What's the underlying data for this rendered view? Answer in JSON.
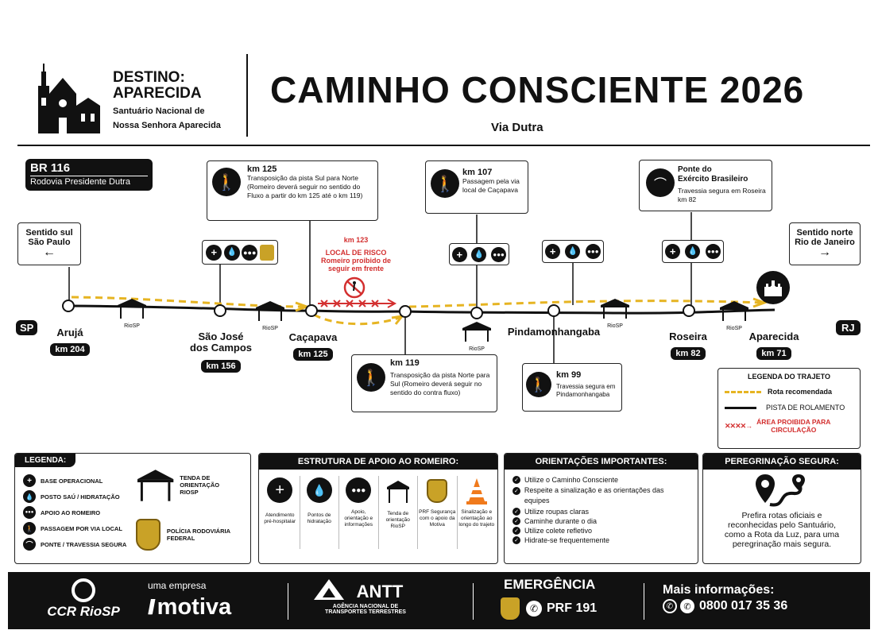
{
  "header": {
    "destino_label": "DESTINO:",
    "destino_name": "APARECIDA",
    "santuario_line1": "Santuário Nacional de",
    "santuario_line2": "Nossa Senhora Aparecida",
    "main_title": "CAMINHO CONSCIENTE 2026",
    "subtitle": "Via Dutra"
  },
  "highway": {
    "code": "BR 116",
    "name": "Rodovia Presidente Dutra"
  },
  "directions": {
    "south_line1": "Sentido sul",
    "south_line2": "São Paulo",
    "south_arrow": "←",
    "north_line1": "Sentido norte",
    "north_line2": "Rio de Janeiro",
    "north_arrow": "→",
    "sp": "SP",
    "rj": "RJ"
  },
  "cities": [
    {
      "name": "Arujá",
      "km": "km 204"
    },
    {
      "name_line1": "São José",
      "name_line2": "dos Campos",
      "km": "km 156"
    },
    {
      "name": "Caçapava",
      "km": "km 125"
    },
    {
      "name": "Pindamonhangaba"
    },
    {
      "name": "Roseira",
      "km": "km 82"
    },
    {
      "name": "Aparecida",
      "km": "km 71"
    }
  ],
  "tent_label": "RioSP",
  "callouts": {
    "km125": {
      "km": "km 125",
      "text": "Transposição da pista Sul para Norte (Romeiro deverá seguir no sentido do Fluxo a partir do km 125 até o km 119)"
    },
    "km107": {
      "km": "km 107",
      "text": "Passagem pela via local de Caçapava"
    },
    "ponte": {
      "title_line1": "Ponte do",
      "title_line2": "Exército Brasileiro",
      "text": "Travessia segura em Roseira km 82"
    },
    "km119": {
      "km": "km 119",
      "text": "Transposição da pista Norte para Sul (Romeiro deverá seguir no sentido do contra fluxo)"
    },
    "km99": {
      "km": "km 99",
      "text": "Travessia segura em Pindamonhangaba"
    },
    "risk": {
      "km": "km 123",
      "line1": "LOCAL DE RISCO",
      "line2": "Romeiro proibido de",
      "line3": "seguir em frente"
    }
  },
  "route_legend": {
    "title": "LEGENDA DO TRAJETO",
    "recommended": "Rota recomendada",
    "lane": "PISTA DE ROLAMENTO",
    "forbidden_line1": "ÁREA PROIBIDA PARA",
    "forbidden_line2": "CIRCULAÇÃO"
  },
  "legend": {
    "title": "LEGENDA:",
    "items": [
      {
        "icon": "plus-icon",
        "label": "BASE OPERACIONAL"
      },
      {
        "icon": "drop-icon",
        "label": "POSTO SAÚ / HIDRATAÇÃO"
      },
      {
        "icon": "people-icon",
        "label": "APOIO AO ROMEIRO"
      },
      {
        "icon": "walker-icon",
        "label": "PASSAGEM POR VIA LOCAL"
      },
      {
        "icon": "bridge-icon",
        "label": "PONTE / TRAVESSIA SEGURA"
      }
    ],
    "tent_line1": "TENDA DE ORIENTAÇÃO",
    "tent_line2": "RIOSP",
    "police": "POLÍCIA RODOVIÁRIA FEDERAL"
  },
  "support": {
    "title": "ESTRUTURA DE APOIO AO ROMEIRO:",
    "items": [
      {
        "icon": "plus-icon",
        "label": "Atendimento pré-hospitalar"
      },
      {
        "icon": "drop-icon",
        "label": "Pontos de hidratação"
      },
      {
        "icon": "people-icon",
        "label": "Apoio, orientação e informações"
      },
      {
        "icon": "tent-icon",
        "label": "Tenda de orientação RioSP"
      },
      {
        "icon": "prf-badge-icon",
        "label": "PRF Segurança com o apoio da Motiva"
      },
      {
        "icon": "cone-icon",
        "label": "Sinalização e orientação ao longo do trajeto"
      }
    ]
  },
  "guidelines": {
    "title": "ORIENTAÇÕES IMPORTANTES:",
    "items": [
      "Utilize o Caminho Consciente",
      "Respeite a sinalização e as orientações das equipes",
      "Utilize roupas claras",
      "Caminhe durante o dia",
      "Utilize colete refletivo",
      "Hidrate-se frequentemente"
    ]
  },
  "safe": {
    "title": "PEREGRINAÇÃO SEGURA:",
    "text": "Prefira rotas oficiais e reconhecidas pelo Santuário, como a Rota da Luz, para uma peregrinação mais segura."
  },
  "footer": {
    "ccr": "CCR RioSP",
    "uma_empresa": "uma empresa",
    "motiva": "motiva",
    "antt": "ANTT",
    "antt_sub1": "AGÊNCIA NACIONAL DE",
    "antt_sub2": "TRANSPORTES TERRESTRES",
    "emergency_label": "EMERGÊNCIA",
    "prf": "PRF 191",
    "info_label": "Mais informações:",
    "phone": "0800 017 35 36"
  },
  "colors": {
    "route_yellow": "#e6b422",
    "risk_red": "#d32f2f",
    "black": "#111111"
  }
}
